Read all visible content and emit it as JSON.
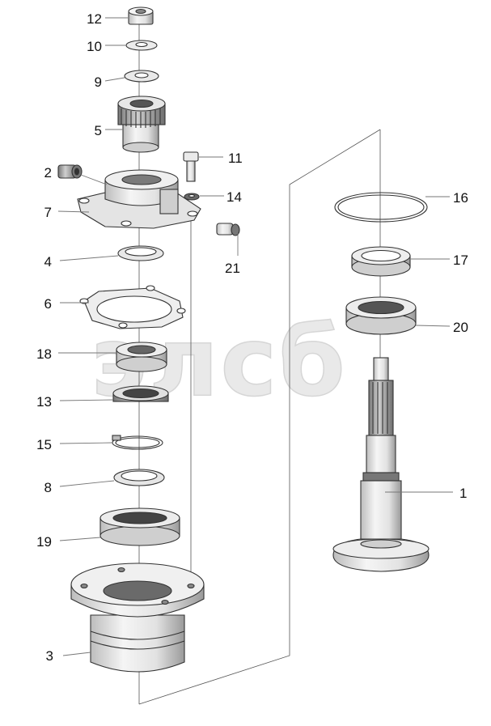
{
  "watermark": "элсб",
  "callouts": [
    "12",
    "10",
    "9",
    "5",
    "2",
    "11",
    "7",
    "14",
    "4",
    "21",
    "6",
    "18",
    "13",
    "15",
    "8",
    "19",
    "3",
    "16",
    "17",
    "20",
    "1"
  ],
  "colors": {
    "ink": "#333333",
    "light": "#f2f2f2",
    "mid": "#d9d9d9",
    "dark": "#8c8c8c",
    "watermark": "#e9e9e9"
  }
}
